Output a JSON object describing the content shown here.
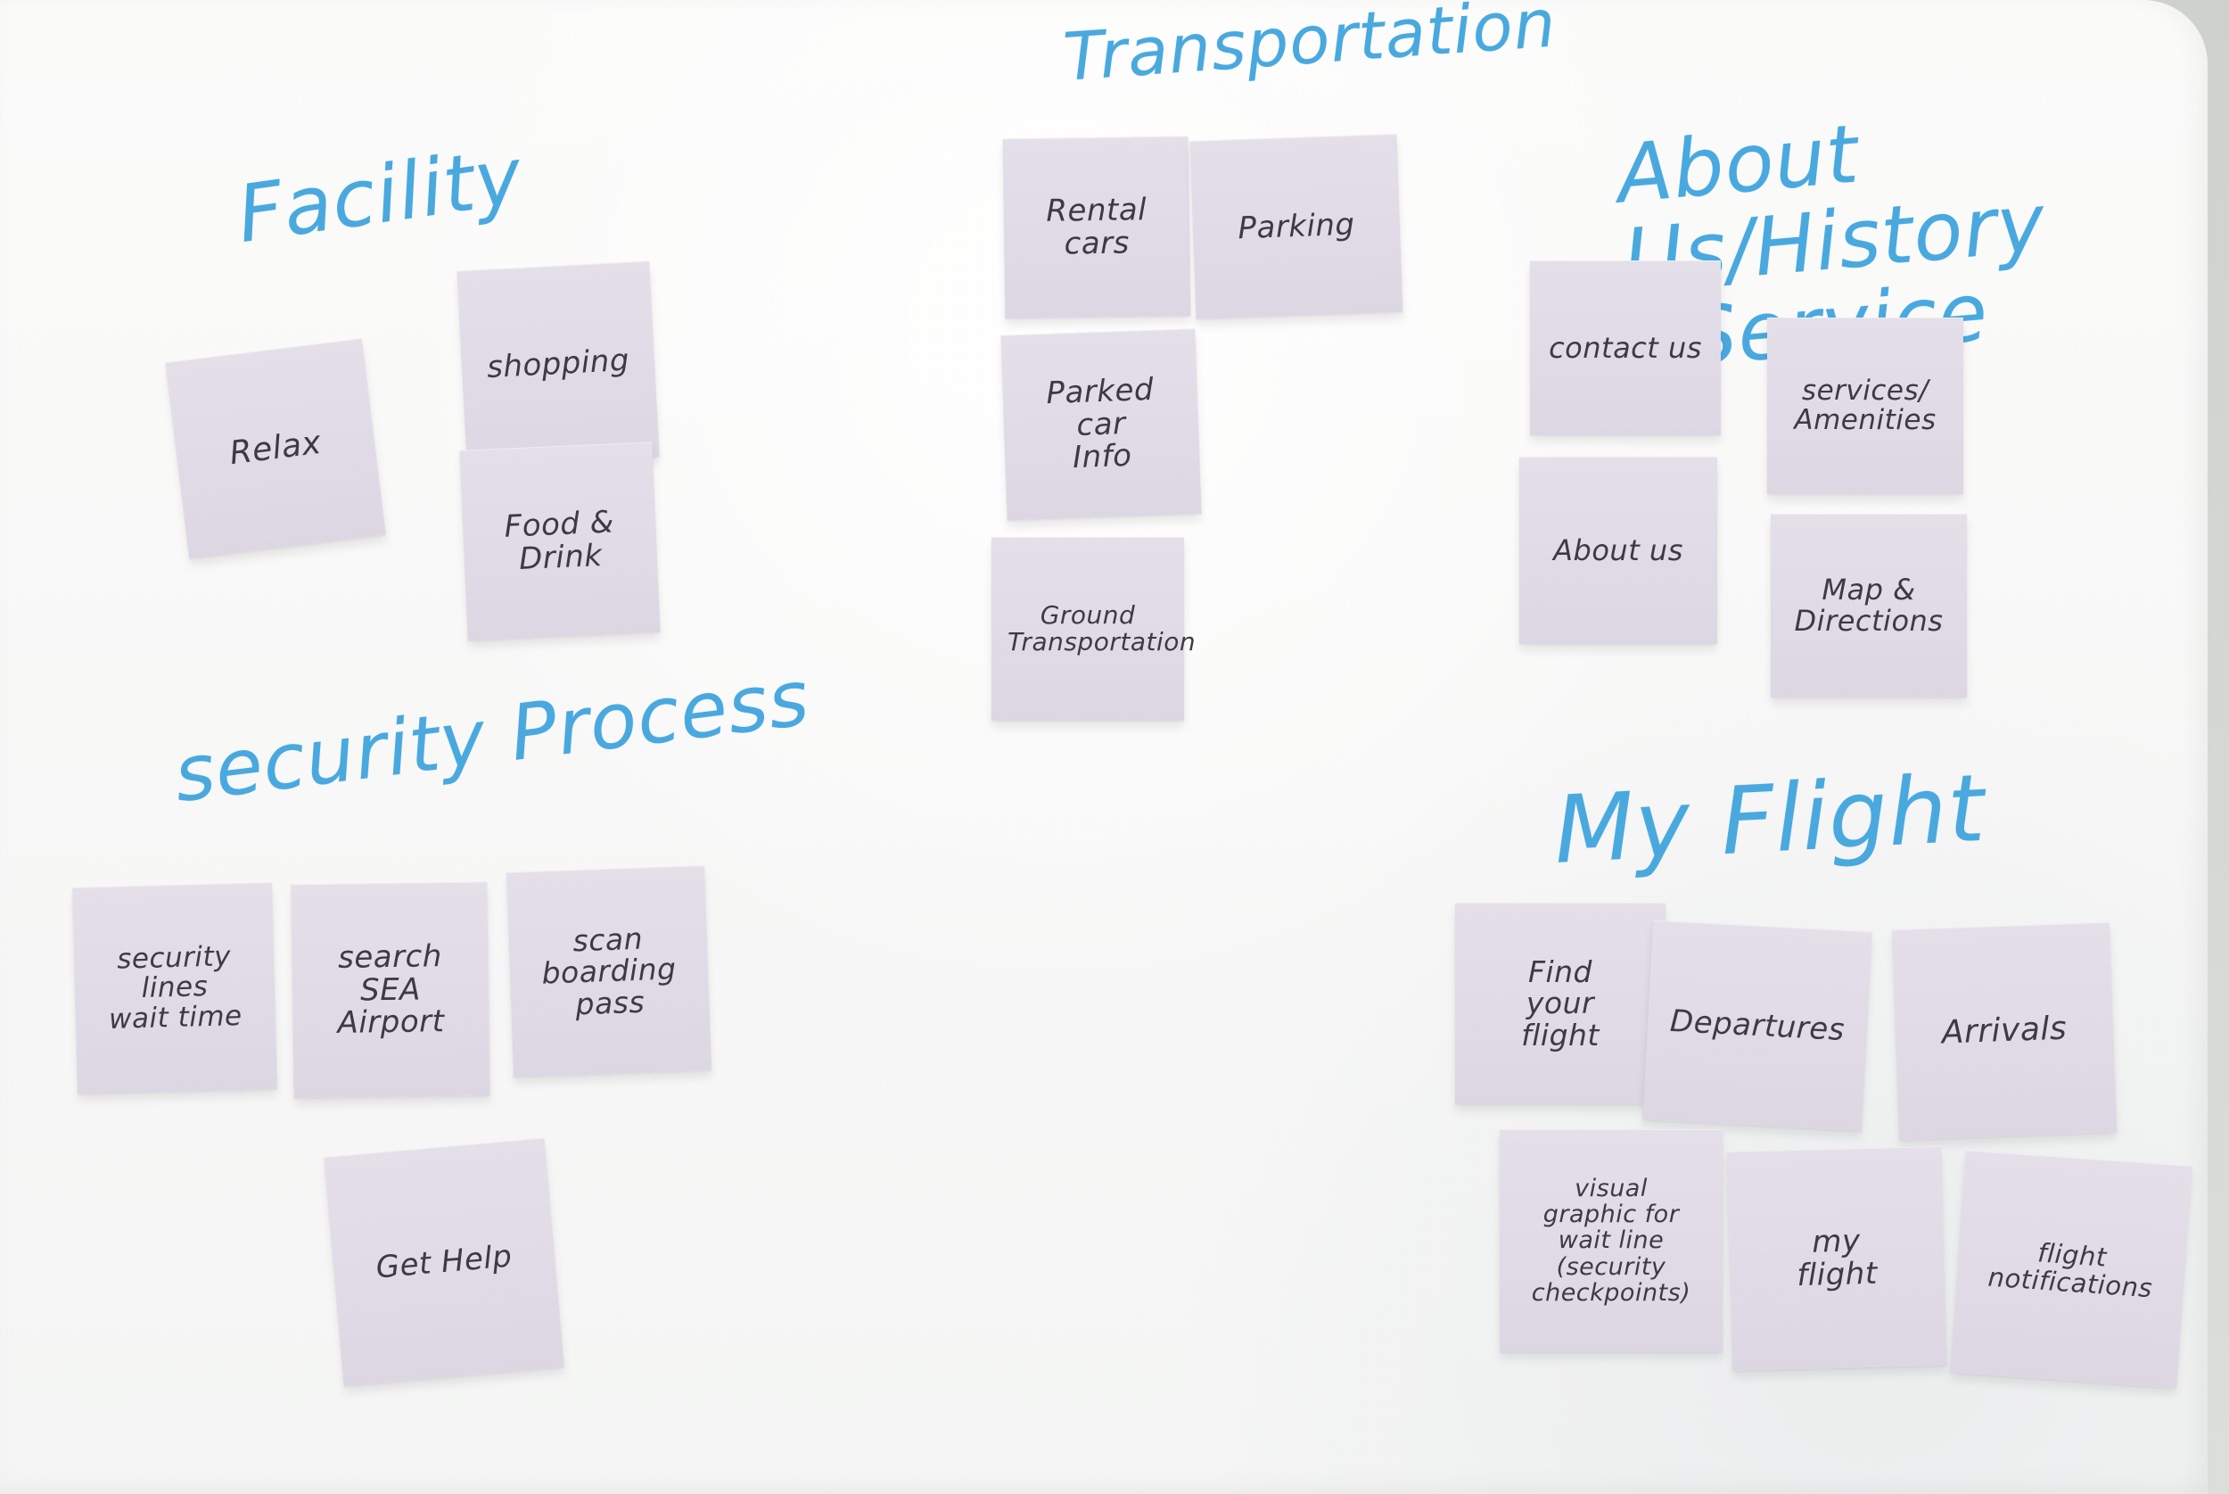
{
  "board": {
    "headings": {
      "transportation": "Transportation",
      "facility": "Facility",
      "about": "About Us/History\n/ Service",
      "security": "security Process",
      "my_flight": "My Flight"
    },
    "notes": {
      "rental_cars": "Rental\ncars",
      "parking": "Parking",
      "parked_car_info": "Parked\ncar\nInfo",
      "ground_transportation": "Ground\nTransportation",
      "shopping": "shopping",
      "relax": "Relax",
      "food_drink": "Food &\nDrink",
      "contact_us": "contact us",
      "services_amenities": "services/\nAmenities",
      "about_us": "About us",
      "map_directions": "Map &\nDirections",
      "security_wait_time": "security\nlines\nwait time",
      "search_sea_airport": "search\nSEA\nAirport",
      "scan_boarding_pass": "scan\nboarding\npass",
      "get_help": "Get Help",
      "find_your_flight": "Find\nyour\nflight",
      "departures": "Departures",
      "arrivals": "Arrivals",
      "visual_graphic_wait_line": "visual\ngraphic for\nwait line\n(security\ncheckpoints)",
      "my_flight_note": "my\nflight",
      "flight_notifications": "flight\nnotifications"
    }
  }
}
